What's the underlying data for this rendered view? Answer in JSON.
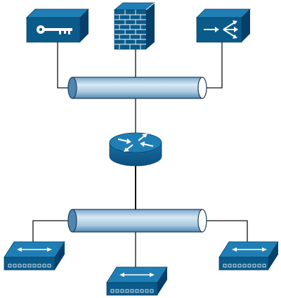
{
  "diagram": {
    "type": "network-topology",
    "devices": [
      {
        "id": "auth-server",
        "icon": "key-icon"
      },
      {
        "id": "firewall",
        "icon": "firewall-brick-icon"
      },
      {
        "id": "load-balancer",
        "icon": "load-balancer-arrows-icon"
      },
      {
        "id": "router",
        "icon": "router-arrows-icon"
      },
      {
        "id": "switch-left",
        "icon": "switch-arrows-icon"
      },
      {
        "id": "switch-center",
        "icon": "switch-arrows-icon"
      },
      {
        "id": "switch-right",
        "icon": "switch-arrows-icon"
      }
    ],
    "buses": [
      {
        "id": "upper-bus",
        "kind": "pipe-segment"
      },
      {
        "id": "lower-bus",
        "kind": "pipe-segment"
      }
    ],
    "links": [
      {
        "from": "auth-server",
        "to": "upper-bus"
      },
      {
        "from": "firewall",
        "to": "upper-bus"
      },
      {
        "from": "load-balancer",
        "to": "upper-bus"
      },
      {
        "from": "upper-bus",
        "to": "router"
      },
      {
        "from": "router",
        "to": "lower-bus"
      },
      {
        "from": "lower-bus",
        "to": "switch-left"
      },
      {
        "from": "lower-bus",
        "to": "switch-center"
      },
      {
        "from": "lower-bus",
        "to": "switch-right"
      }
    ],
    "colors": {
      "device_front": "#0a5a8a",
      "device_top": "#1f7fb5",
      "device_side": "#06406a",
      "pipe_light": "#d3e6f3",
      "pipe_dark": "#5a91ba",
      "line": "#111111"
    }
  }
}
